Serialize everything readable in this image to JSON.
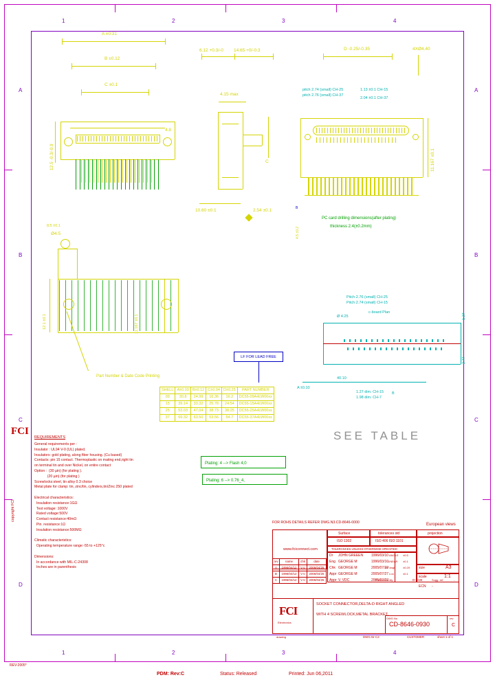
{
  "document": {
    "type": "engineering-drawing",
    "sheet_size": "A3",
    "scale": "1:1",
    "title_line1": "SOCKET CONNECTOR,DELTA-D RIGHT ANGLED",
    "title_line2": "WITH 4 SCREWLOCK,METAL BRACKET.",
    "drawing_number": "CD-8646-0930",
    "pdm_status": "PDM: Rev:C",
    "status": "Status: Released",
    "print_date": "Printed: Jun 06,2011",
    "sheet_of": "sheet 1 of 1",
    "customer_label": "CUSTOMER",
    "projection_label": "European views",
    "see_table": "SEE TABLE"
  },
  "zones": {
    "top": [
      "1",
      "2",
      "3",
      "4"
    ],
    "left": [
      "A",
      "B",
      "C",
      "D"
    ],
    "right": [
      "A",
      "B",
      "C",
      "D"
    ]
  },
  "dimensions": {
    "d1": "A ±0.31",
    "d2": "B ±0.12",
    "d3": "C ±0.1",
    "d4": "6.12 +0.3/-0",
    "d5": "14.65 +0/-0.3",
    "d6": "4.15 max",
    "d7": "D -0.25/-0.35",
    "d8": "4XØ4.40",
    "d9": "10.60 ±0.1",
    "d10": "2.54 ±0.1",
    "d11": "12.5 -0.3/-0.9",
    "d12": "11.167 ±0.1",
    "d13": "Ø4.5",
    "d14": "8.5 ±0.1",
    "d15": "4.15",
    "d16": "A ±0.10",
    "d17": "B",
    "d18": "1.27",
    "d19": "2.77",
    "d20": "40.10",
    "d21": "Ø 4.25",
    "d22": "1.27 dim. CH-15",
    "d23": "1.98 dim. CH-7",
    "pitch1": "pitch 2.74 (small) CH-25",
    "pitch2": "pitch 2.76 (small) CH-37",
    "pitch3": "1.13 ±0.1 CH-15",
    "pitch4": "2.04 ±0.1  CH-37",
    "pcb_pitch1": "Pitch 2.76 (small) CH-25",
    "pcb_pitch2": "Pitch 2.74 (small) CH-15",
    "pcb_pitch3": "c-board Plan"
  },
  "notes": {
    "heading": "REQUIREMENTS",
    "body": "General requirements per :\nInsulator : UL94 V-0 (UL) plated.\nInsulators: gold plating, along fiber housing. (Cu based)\nContacts: pin 15 contact. Thermoplastic on mating end,right tin\non terminal tin and over Nickel, on entire contact\nOption :  (30 µin) (for plating ).\n             (20 µin) (for plating )\nScrewlocks:steel, tin alloy 0.3 choice\nMetal plate for clamp: tin, zinc/tin, cylinders,tin/Zinc 250 plated\n\nElectrical characteristics:\n  Insulation resistance:1GΩ\n  Test voltage: 1000V\n  Rated voltage:500V\n  Contact resistance:40mΩ\n  Pin. resistance:1Ω\n  Insulation resistance:500MΩ\n\nClimatic characteristics:\n  Operating temperature range:-55 to +125°c\n\nDimensions:\n  In accordance with MIL-C-24308\n  Inches are in parenthesis",
    "pcb_note_1": "PC card drilling dimensions(after plating)",
    "pcb_note_2": "thickness 2.4(±0.2mm)",
    "part_number_note": "Part Number & Date Code Printing",
    "lead_free": "LF FOR LEAD FREE",
    "plating_note_1": "Plating: 4 --> Flash 4,0",
    "plating_note_2": "Plating: 6 --> 0.76_4,",
    "rohs_note": "FOR ROHS DETAILS REFER DWG.N3.CD-8646-0000"
  },
  "part_table": {
    "headers": [
      "SHELL",
      "A±0.03",
      "B±0.12",
      "C±0.04",
      "D±0.25",
      "PART NUMBER"
    ],
    "rows": [
      [
        "09",
        "30.8",
        "24.99",
        "16.36",
        "16.2",
        "DC55-09A4LW00xx"
      ],
      [
        "15",
        "39.14",
        "33.32",
        "25.78",
        "24.54",
        "DC55-15A4LW00xx"
      ],
      [
        "25",
        "53.03",
        "47.04",
        "38.73",
        "38.25",
        "DC55-25A4LW00xx"
      ],
      [
        "37",
        "69.32",
        "63.50",
        "53.56",
        "54.7",
        "DC55-37A4LW00xx"
      ]
    ]
  },
  "title_block": {
    "company_url": "www.fciconnect.com",
    "surface_label": "Surface",
    "surface_value": "ISO 1302",
    "tolerance_label": "tolerances std",
    "tolerance_value": "ISO 406  ISO 1101",
    "projection_label": "projection",
    "tolerance_note": "TOLERANCES UNLESS OTHERWISE SPECIFIED",
    "rows": [
      {
        "role": "Dr",
        "name": "JOHN GREEEN",
        "date": "1996/03/10",
        "tol_label": "ANGLE",
        "tol": "±0.5",
        "size_label": "size",
        "size": "A3"
      },
      {
        "role": "Eng",
        "name": "GEORGE  M",
        "date": "1996/03/10",
        "tol_label": "LINEAR",
        "tol": "±0.1",
        "size_label": "scale",
        "size": "1:1"
      },
      {
        "role": "Chk",
        "name": "GEORGE  M",
        "date": "2005/07/27",
        "tol_label": "diff  angl",
        "tol": "±0.2X",
        "size_label": "ECN",
        "size": "-"
      },
      {
        "role": "Appr",
        "name": "GEORGE  M",
        "date": "2005/07/27",
        "tol_label": "x.xx",
        "tol": "±0.1",
        "size_label": "",
        "size": ""
      },
      {
        "role": "Appr",
        "name": "V. VDC",
        "date": "2005/07/27",
        "tol_label": "Product family",
        "tol": "D-SUB",
        "size_label": "Sugg. ref",
        "size": "-"
      }
    ],
    "drawing_label": "DWG No",
    "drawing_number": "CD-8646-0930",
    "rev_label": "rev",
    "rev_value": "C",
    "sheet_label": "sheet 1 of 1",
    "dwg_footer": "DWG.Nr-C2"
  },
  "revision_table": {
    "headers": [
      "rev",
      "name",
      "chk",
      "date",
      "ECN"
    ],
    "rows": [
      [
        "A",
        "1996/04/12",
        "V.V",
        "2006/04/25",
        ""
      ],
      [
        "B",
        "1996/04/12",
        "V.V",
        "2006/04/25",
        ""
      ],
      [
        "C",
        "1996/04/12",
        "V.V",
        "2006/04/25",
        ""
      ]
    ]
  },
  "colors": {
    "frame": "#c000c0",
    "cad_yellow": "#d4d400",
    "title_red": "#c00000",
    "note_green": "#00a000",
    "note_cyan": "#00b0b0",
    "note_blue": "#0000c0"
  }
}
